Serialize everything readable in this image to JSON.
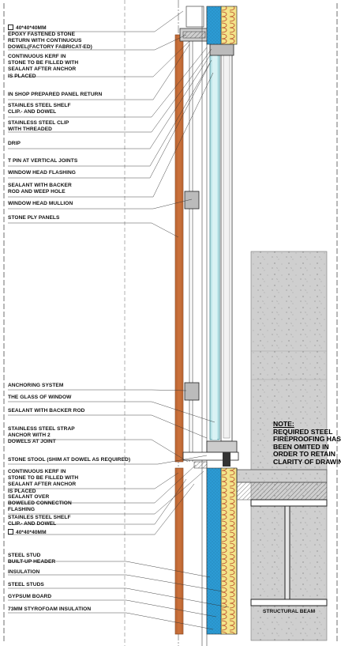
{
  "labels": [
    {
      "id": "size-top",
      "lines": [
        "40*40*40MM"
      ],
      "boxed": true
    },
    {
      "id": "epoxy",
      "lines": [
        "EPOXY FASTENED STONE",
        "RETURN WITH CONTINUOUS",
        "DOWEL(FACTORY FABRICAT-ED)"
      ]
    },
    {
      "id": "kerf-top",
      "lines": [
        "CONTINUOUS KERF IN",
        "STONE TO BE FILLED WITH",
        "SEALANT AFTER ANCHOR",
        "IS PLACED"
      ]
    },
    {
      "id": "panel-return",
      "lines": [
        "IN SHOP PREPARED PANEL RETURN"
      ]
    },
    {
      "id": "shelf-top",
      "lines": [
        "STAINLES STEEL SHELF",
        "CLIP.- AND DOWEL"
      ]
    },
    {
      "id": "clip",
      "lines": [
        "STAINLESS STEEL CLIP",
        "WITH THREADED"
      ]
    },
    {
      "id": "drip",
      "lines": [
        "DRIP"
      ]
    },
    {
      "id": "tpin",
      "lines": [
        "T PIN AT VERTICAL JOINTS"
      ]
    },
    {
      "id": "head-flashing",
      "lines": [
        "WINDOW  HEAD FLASHING"
      ]
    },
    {
      "id": "sealant-backer",
      "lines": [
        "SEALANT WITH BACKER",
        "ROD AND WEEP HOLE"
      ]
    },
    {
      "id": "head-mullion",
      "lines": [
        "WINDOW HEAD MULLION"
      ]
    },
    {
      "id": "stone-ply",
      "lines": [
        "STONE PLY PANELS"
      ]
    },
    {
      "id": "anchoring",
      "lines": [
        "ANCHORING SYSTEM"
      ]
    },
    {
      "id": "glass",
      "lines": [
        "THE GLASS OF WINDOW"
      ]
    },
    {
      "id": "sealant-backer-2",
      "lines": [
        "SEALANT WITH BACKER ROD"
      ]
    },
    {
      "id": "strap",
      "lines": [
        "STAINLESS STEEL STRAP",
        "ANCHOR WITH 2",
        "DOWELS AT JOINT"
      ]
    },
    {
      "id": "stool",
      "lines": [
        "STONE STOOL (SHIM AT DOWEL AS REQUIRED)"
      ]
    },
    {
      "id": "kerf-bottom",
      "lines": [
        "CONTINUOUS KERF IN",
        "STONE TO BE FILLED WITH",
        "SEALANT AFTER ANCHOR",
        "IS PLACED"
      ]
    },
    {
      "id": "sealant-over",
      "lines": [
        "SEALANT OVER",
        "BOWELED CONNECTION"
      ]
    },
    {
      "id": "flashing",
      "lines": [
        "FLASHING"
      ]
    },
    {
      "id": "shelf-bottom",
      "lines": [
        "STAINLES STEEL SHELF",
        "CLIP.- AND DOWEL"
      ]
    },
    {
      "id": "size-bottom",
      "lines": [
        "40*40*40MM"
      ],
      "boxed": true
    },
    {
      "id": "stud-header",
      "lines": [
        "STEEL STUD",
        "BUILT-UP HEADER"
      ]
    },
    {
      "id": "insulation",
      "lines": [
        "INSULATION"
      ]
    },
    {
      "id": "steel-studs",
      "lines": [
        "STEEL STUDS"
      ]
    },
    {
      "id": "gypsum",
      "lines": [
        "GYPSUM BOARD"
      ]
    },
    {
      "id": "styrofoam",
      "lines": [
        "73mm STYROFOAM INSULATION"
      ]
    }
  ],
  "note": {
    "title": "NOTE:",
    "lines": [
      "REQUIRED STEEL",
      "FIREPROOFING HAS",
      "BEEN OMITED IN",
      "ORDER TO RETAIN",
      "CLARITY OF DRAWING"
    ]
  },
  "structural_beam_label": "STRUCTURAL BEAM",
  "colors": {
    "stone": "#c9703a",
    "glass": "#bfe6ea",
    "insulation": "#f3e48a",
    "concrete": "#cfcfcf",
    "styrofoam": "#2c9bd4",
    "steel": "#222222"
  }
}
